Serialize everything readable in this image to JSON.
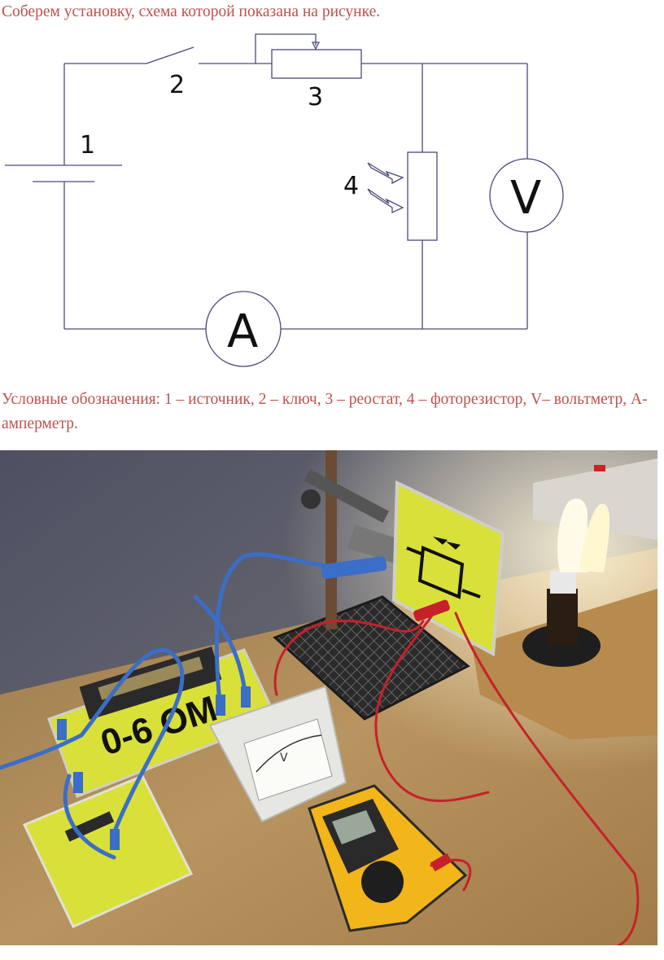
{
  "header_text": "Соберем установку, схема которой показана на рисунке.",
  "schematic": {
    "label_source": "1",
    "label_switch": "2",
    "label_rheostat": "3",
    "label_photoresistor": "4",
    "voltmeter_letter": "V",
    "ammeter_letter": "A"
  },
  "legend_text": "Условные обозначения: 1 – источник, 2 – ключ, 3 – реостат, 4 – фоторезистор, V– вольтметр, А- амперметр.",
  "photo": {
    "rheostat_plate_label": "0-6 OM",
    "meter_scale_letter": "V"
  },
  "colors": {
    "text_red": "#c0504d",
    "schematic_line": "#4a4a7a",
    "panel_yellow": "#d9e03a",
    "wire_blue": "#3a6ec8",
    "wire_red": "#c8202a"
  }
}
